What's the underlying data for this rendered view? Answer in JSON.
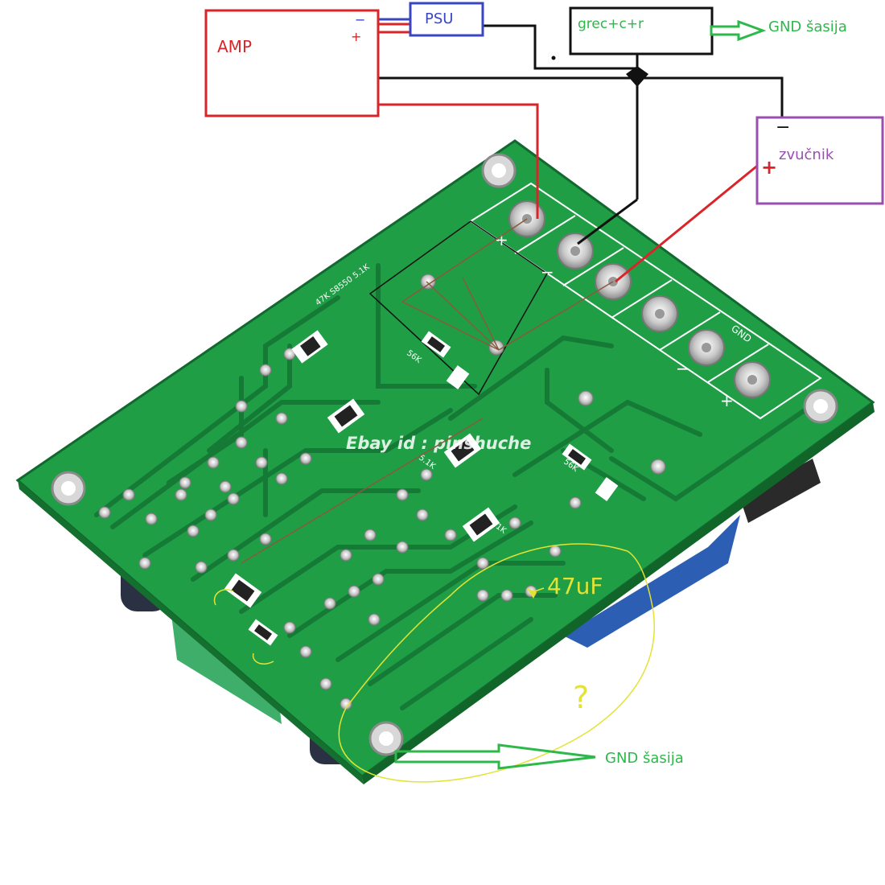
{
  "labels": {
    "amp": "AMP",
    "psu": "PSU",
    "grec": "grec+c+r",
    "gnd_top": "GND šasija",
    "gnd_bottom": "GND šasija",
    "speaker": "zvučnik",
    "speaker_minus": "−",
    "speaker_plus": "+",
    "amp_minus": "−",
    "amp_plus": "+",
    "cap": "47uF",
    "question": "?",
    "watermark": "Ebay id :  pinshuche"
  },
  "pcb_silkscreen": {
    "terminal_marks": [
      "+",
      "−",
      "−",
      "+"
    ],
    "gnd": "GND",
    "resistor_a": "56K",
    "resistor_b": "56K",
    "resistor_c": "5.1K",
    "resistor_d": "5.1K",
    "transistor": "47K S8550 5.1K"
  },
  "colors": {
    "pcb": "#1e9e46",
    "pcb_dark": "#157a35",
    "amp": "#d9252a",
    "psu": "#3a45c2",
    "black": "#111111",
    "gnd_arrow": "#2db84a",
    "speaker_box": "#9a4fb0",
    "annotation": "#e3e336"
  }
}
